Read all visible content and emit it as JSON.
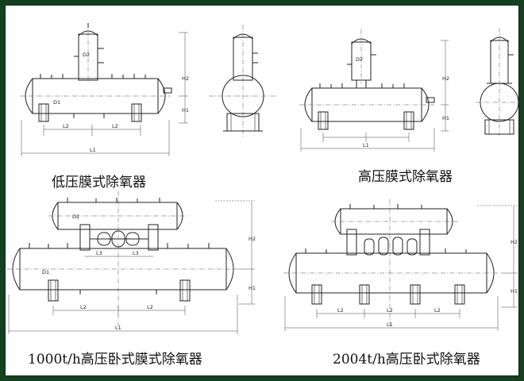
{
  "captions": {
    "low_pressure_membrane": "低压膜式除氧器",
    "high_pressure_membrane": "高压膜式除氧器",
    "horizontal_1000": "1000t/h高压卧式膜式除氧器",
    "horizontal_2004": "2004t/h高压卧式除氧器"
  },
  "dimension_labels": {
    "d2": "D2",
    "d1": "D1",
    "h1": "H1",
    "h2": "H2",
    "l1": "L1",
    "l2": "L2",
    "l3": "L3"
  },
  "colors": {
    "frame": "#15401f",
    "panel": "#ffffff",
    "ink": "#222222"
  }
}
